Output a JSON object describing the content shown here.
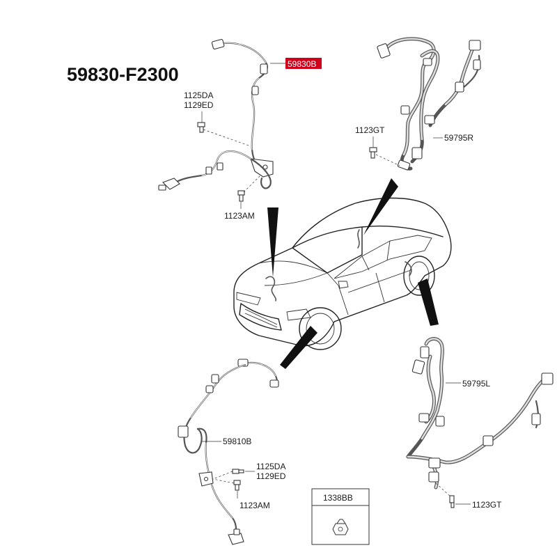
{
  "title": "59830-F2300",
  "highlight_color": "#d0021b",
  "labels": {
    "p59830B": "59830B",
    "p1125DA_a": "1125DA",
    "p1129ED_a": "1129ED",
    "p1123AM_a": "1123AM",
    "p1123GT_a": "1123GT",
    "p59795R": "59795R",
    "p59795L": "59795L",
    "p59810B": "59810B",
    "p1125DA_b": "1125DA",
    "p1129ED_b": "1129ED",
    "p1123AM_b": "1123AM",
    "p1123GT_b": "1123GT",
    "p1338BB": "1338BB"
  }
}
